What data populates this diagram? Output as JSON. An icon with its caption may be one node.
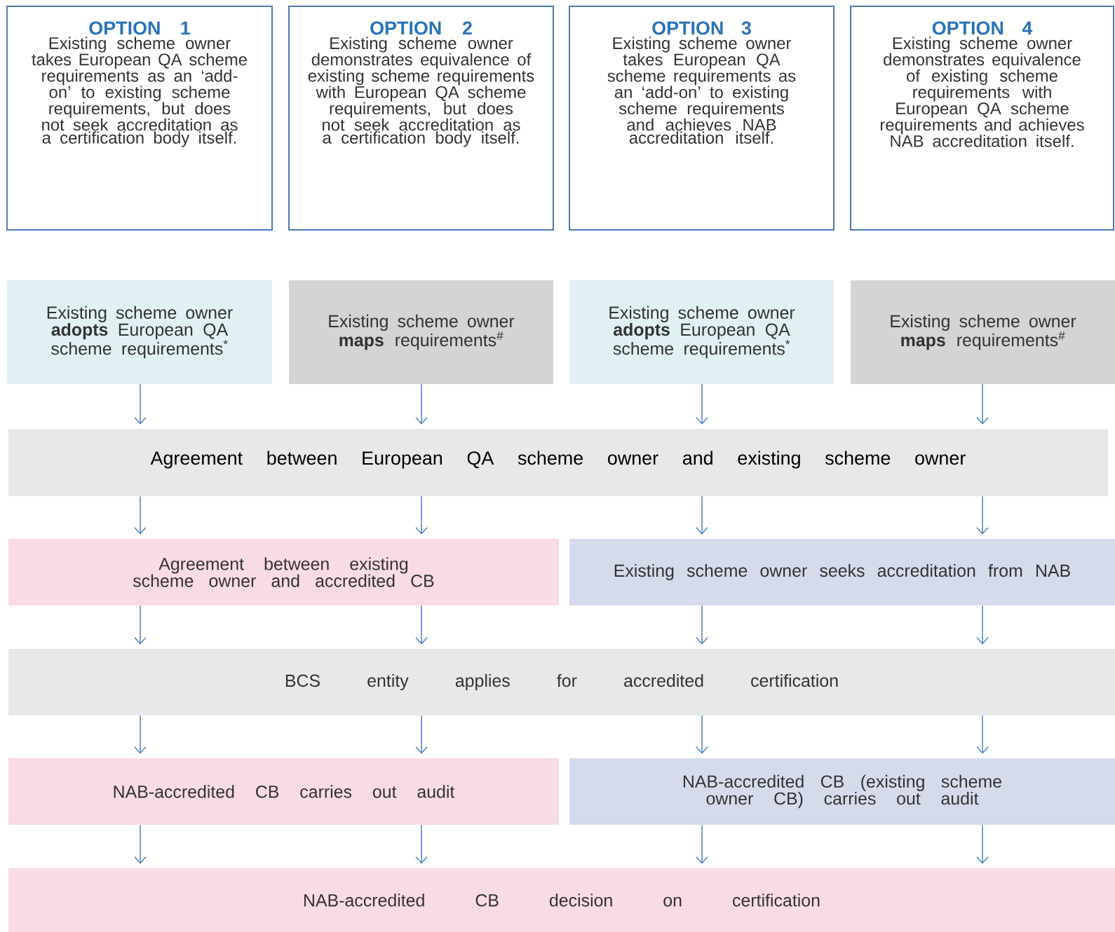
{
  "diagram": {
    "nodes": [
      {
        "text": [
          "OPTION 1",
          "Existing scheme owner takes European QA scheme requirements as an ‘add-on’ to existing scheme requirements, but does not seek accreditation as a certification body itself."
        ]
      },
      {
        "text": [
          "OPTION 2",
          "Existing scheme owner demonstrates equivalence of existing scheme requirements with European QA scheme requirements, but does not seek accreditation as a certification body itself."
        ]
      },
      {
        "text": [
          "OPTION 3",
          "Existing scheme owner takes European QA scheme requirements as an ‘add-on’ to existing scheme requirements and achieves NAB accreditation itself."
        ]
      },
      {
        "text": [
          "OPTION 4",
          "Existing scheme owner demonstrates equivalence of existing scheme requirements with European QA scheme requirements and achieves NAB accreditation itself."
        ]
      },
      {
        "text": [
          "Existing scheme owner **adopts** European QA scheme requirements$^{*}$"
        ]
      },
      {
        "text": [
          "Existing scheme owner **maps** requirements$^{#}$"
        ]
      },
      {
        "text": [
          "Existing scheme owner **adopts** European QA scheme requirements$^{*}$"
        ]
      },
      {
        "text": [
          "Existing scheme owner **maps** requirements$^{#}$"
        ]
      },
      {
        "text": [
          "Agreement between European QA scheme owner and existing scheme owner"
        ]
      },
      {
        "text": [
          "Agreement between existing scheme owner and accredited CB"
        ]
      },
      {
        "text": [
          "Existing scheme owner seeks accreditation from NAB"
        ]
      },
      {
        "text": [
          "BCS entity applies for accredited certification"
        ]
      },
      {
        "text": [
          "NAB-accredited CB carries out audit"
        ]
      },
      {
        "text": [
          "NAB-accredited CB (existing scheme owner CB) carries out audit"
        ]
      },
      {
        "text": [
          "NAB-accredited CB decision on certification"
        ]
      }
    ],
    "edges": [
      {
        "from": 4,
        "to": 8,
        "arrow": "to"
      },
      {
        "from": 5,
        "to": 8,
        "arrow": "to"
      },
      {
        "from": 6,
        "to": 8,
        "arrow": "to"
      },
      {
        "from": 7,
        "to": 8,
        "arrow": "to"
      },
      {
        "from": 8,
        "to": 9,
        "arrow": "to"
      },
      {
        "from": 8,
        "to": 9,
        "arrow": "to"
      },
      {
        "from": 8,
        "to": 10,
        "arrow": "to"
      },
      {
        "from": 8,
        "to": 10,
        "arrow": "to"
      },
      {
        "from": 9,
        "to": 11,
        "arrow": "to"
      },
      {
        "from": 9,
        "to": 11,
        "arrow": "to"
      },
      {
        "from": 10,
        "to": 11,
        "arrow": "to"
      },
      {
        "from": 10,
        "to": 11,
        "arrow": "to"
      },
      {
        "from": 11,
        "to": 12,
        "arrow": "to"
      },
      {
        "from": 11,
        "to": 12,
        "arrow": "to"
      },
      {
        "from": 11,
        "to": 13,
        "arrow": "to"
      },
      {
        "from": 11,
        "to": 13,
        "arrow": "to"
      },
      {
        "from": 12,
        "to": 14,
        "arrow": "to"
      },
      {
        "from": 12,
        "to": 14,
        "arrow": "to"
      },
      {
        "from": 13,
        "to": 14,
        "arrow": "to"
      },
      {
        "from": 13,
        "to": 14,
        "arrow": "to"
      }
    ]
  }
}
